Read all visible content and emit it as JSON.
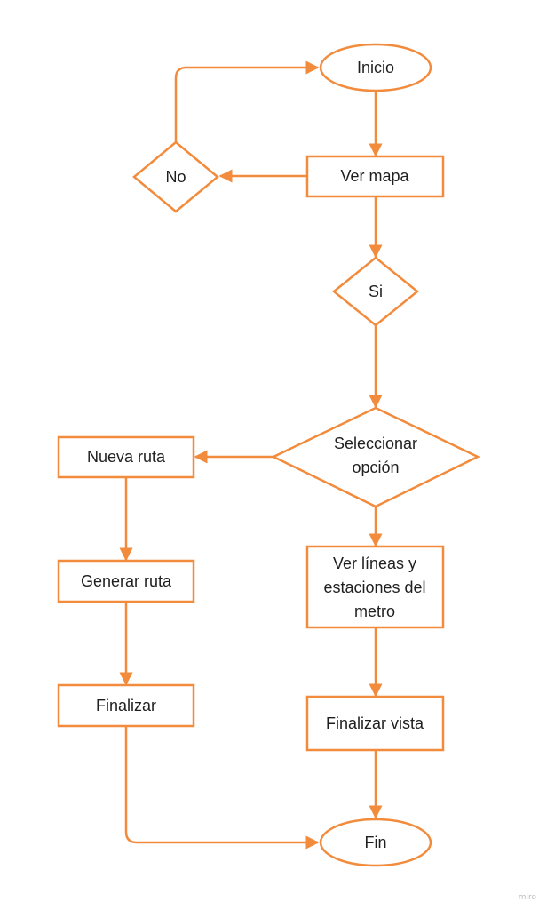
{
  "diagram": {
    "accent_color": "#f28b3c",
    "nodes": {
      "inicio": "Inicio",
      "ver_mapa": "Ver mapa",
      "no": "No",
      "si": "Si",
      "seleccionar_1": "Seleccionar",
      "seleccionar_2": "opción",
      "nueva_ruta": "Nueva ruta",
      "generar_ruta": "Generar ruta",
      "finalizar": "Finalizar",
      "ver_lineas_1": "Ver líneas y",
      "ver_lineas_2": "estaciones del",
      "ver_lineas_3": "metro",
      "finalizar_vista": "Finalizar vista",
      "fin": "Fin"
    }
  },
  "watermark": "miro"
}
